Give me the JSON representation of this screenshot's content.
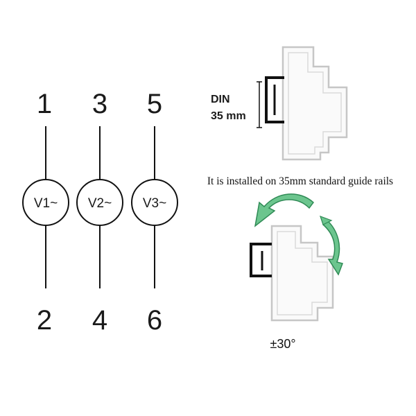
{
  "terminals": {
    "top": [
      "1",
      "3",
      "5"
    ],
    "bottom": [
      "2",
      "4",
      "6"
    ]
  },
  "voltages": [
    "V1~",
    "V2~",
    "V3~"
  ],
  "din": {
    "line1": "DIN",
    "line2": "35 mm"
  },
  "caption": "It is installed on 35mm standard guide rails",
  "rotation_label": "±30°",
  "colors": {
    "line": "#111111",
    "module_outline": "#c8c8c8",
    "arrow_fill": "#6cc58e",
    "arrow_stroke": "#2f8a55"
  }
}
